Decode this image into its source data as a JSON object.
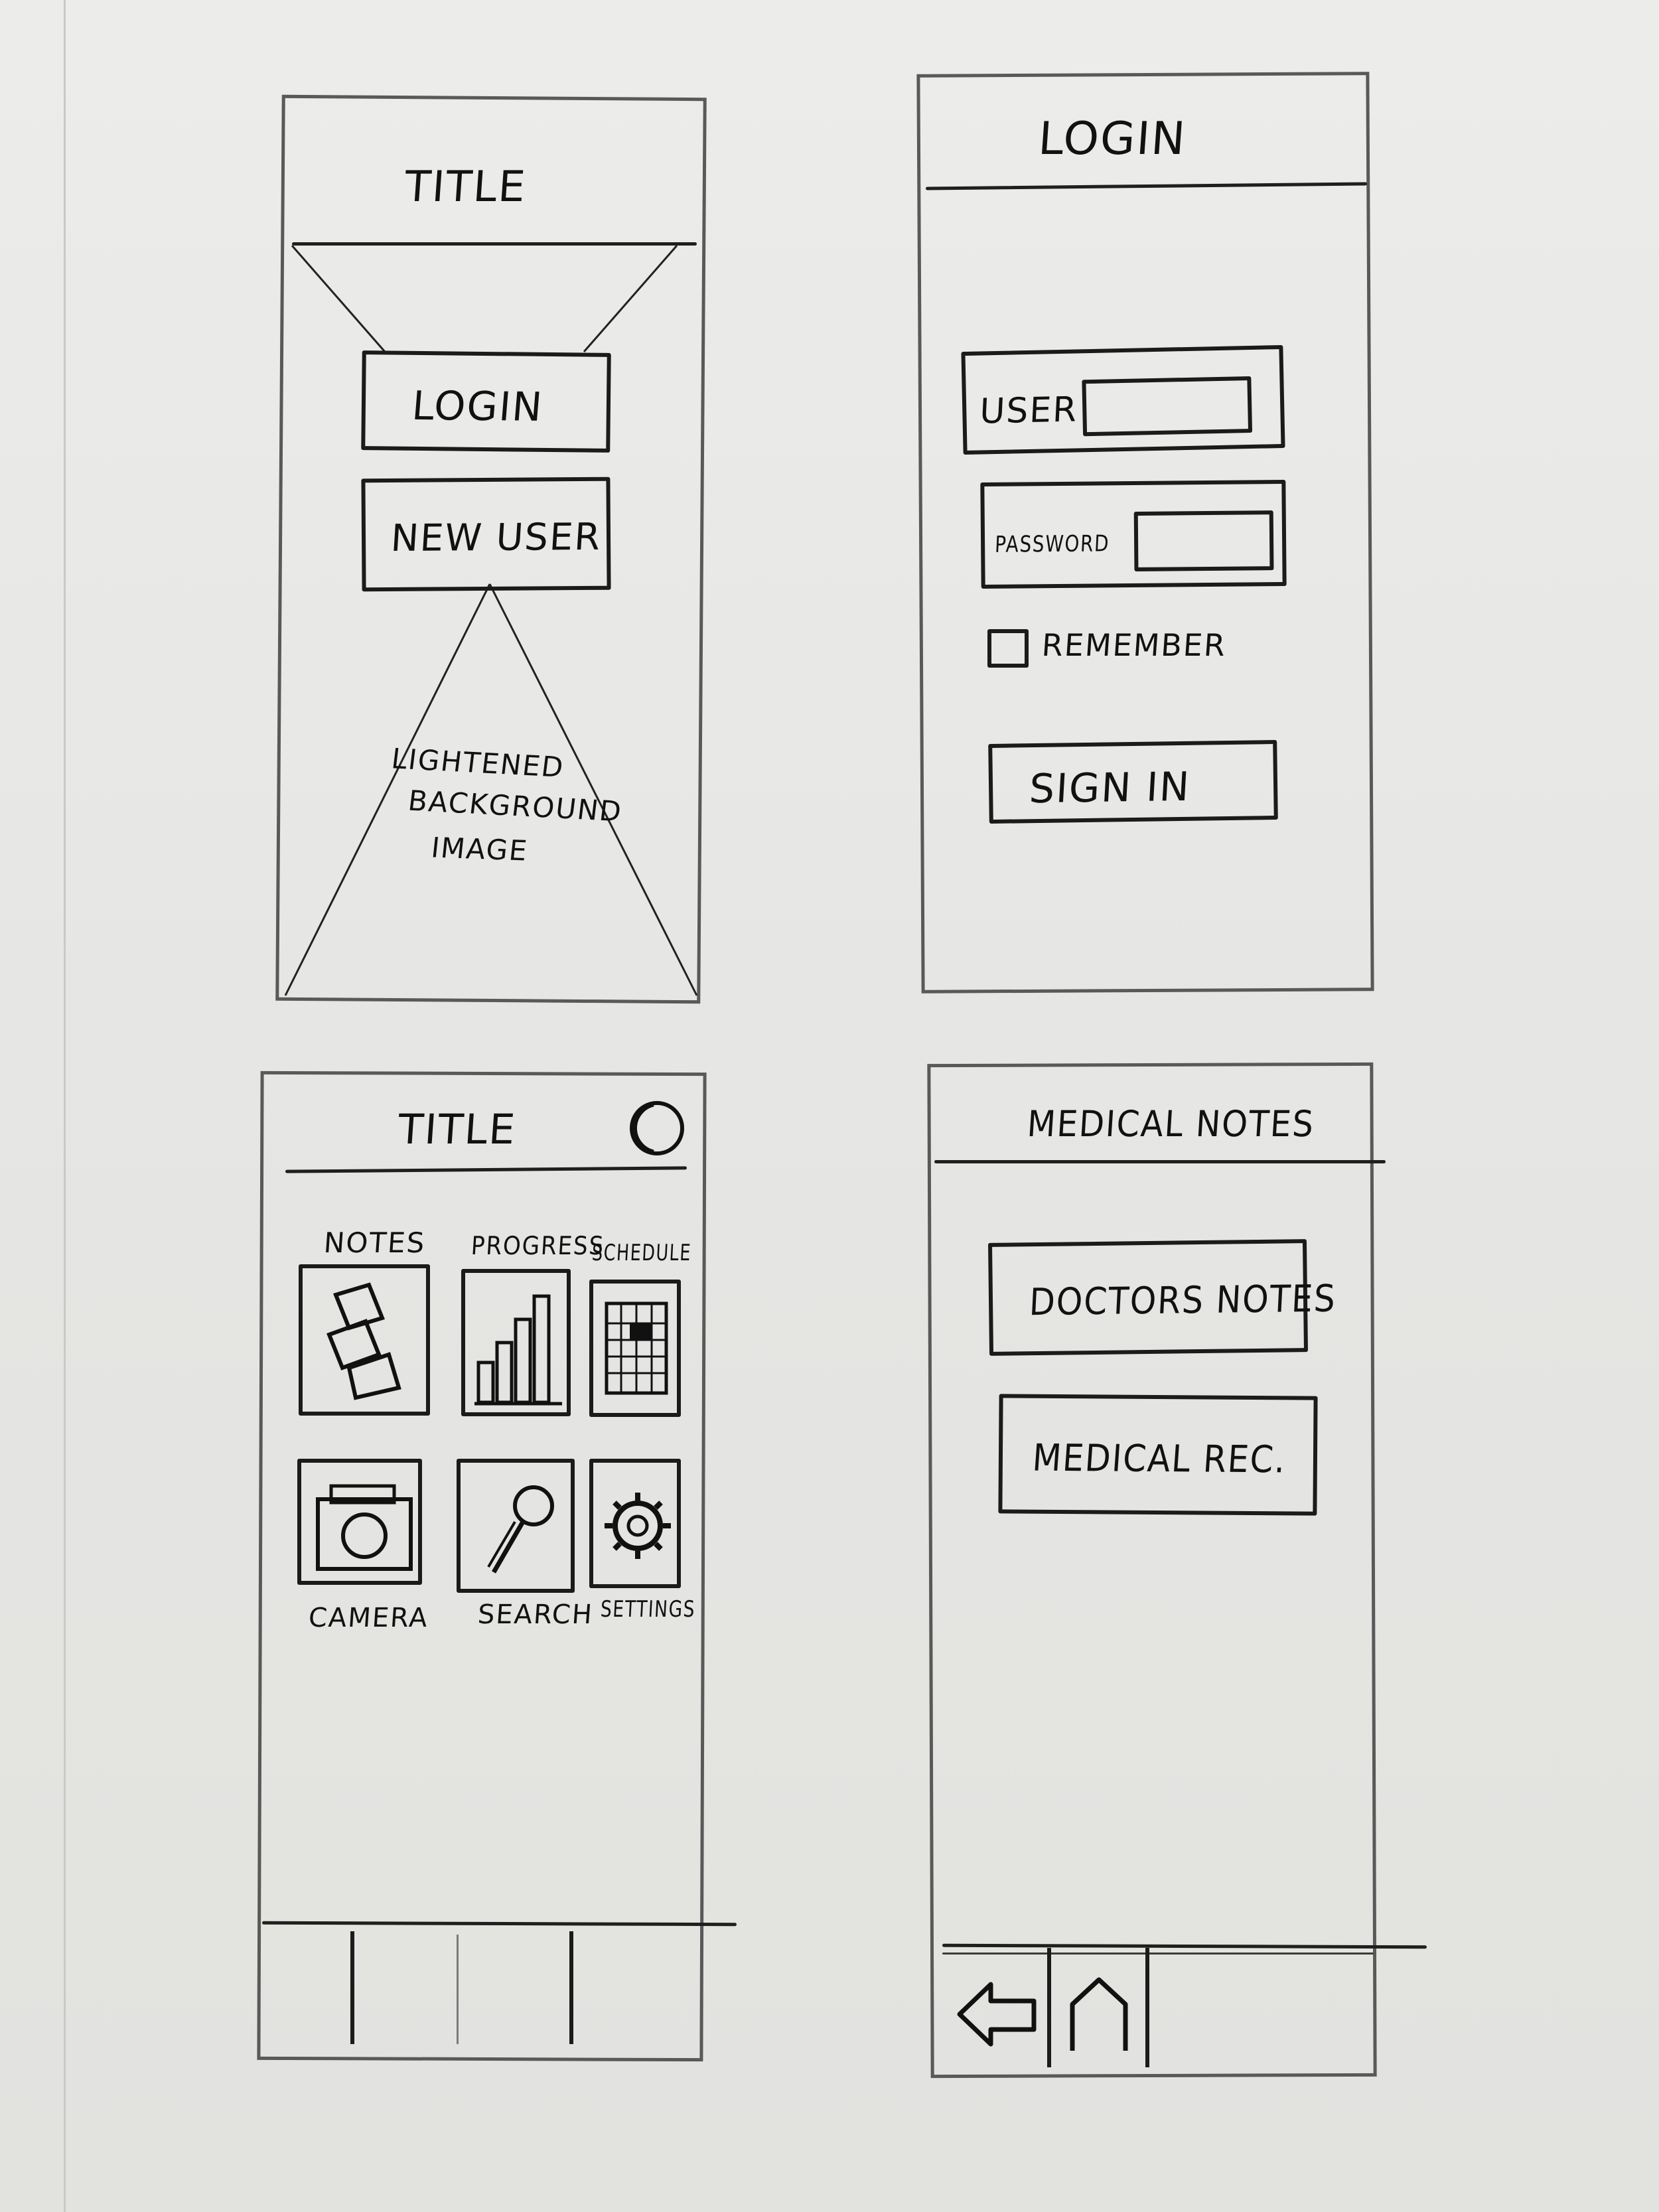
{
  "screens": {
    "landing": {
      "title": "TITLE",
      "login_button": "LOGIN",
      "new_user_button": "NEW USER",
      "background_note": [
        "LIGHTENED",
        "BACKGROUND",
        "IMAGE"
      ]
    },
    "login": {
      "title": "LOGIN",
      "user_label": "USER",
      "password_label": "PASSWORD",
      "remember_label": "REMEMBER",
      "sign_in_button": "SIGN IN"
    },
    "home": {
      "title": "TITLE",
      "tiles": [
        {
          "label": "NOTES",
          "icon": "notes-icon"
        },
        {
          "label": "PROGRESS",
          "icon": "progress-icon"
        },
        {
          "label": "SCHEDULE",
          "icon": "schedule-icon"
        },
        {
          "label": "CAMERA",
          "icon": "camera-icon"
        },
        {
          "label": "SEARCH",
          "icon": "search-icon"
        },
        {
          "label": "SETTINGS",
          "icon": "settings-icon"
        }
      ],
      "profile_icon": "profile-circle-icon"
    },
    "medical_notes": {
      "title": "MEDICAL NOTES",
      "doctors_notes_button": "DOCTORS NOTES",
      "medical_rec_button": "MEDICAL REC.",
      "nav_icons": [
        "back-arrow-icon",
        "home-icon"
      ]
    }
  }
}
